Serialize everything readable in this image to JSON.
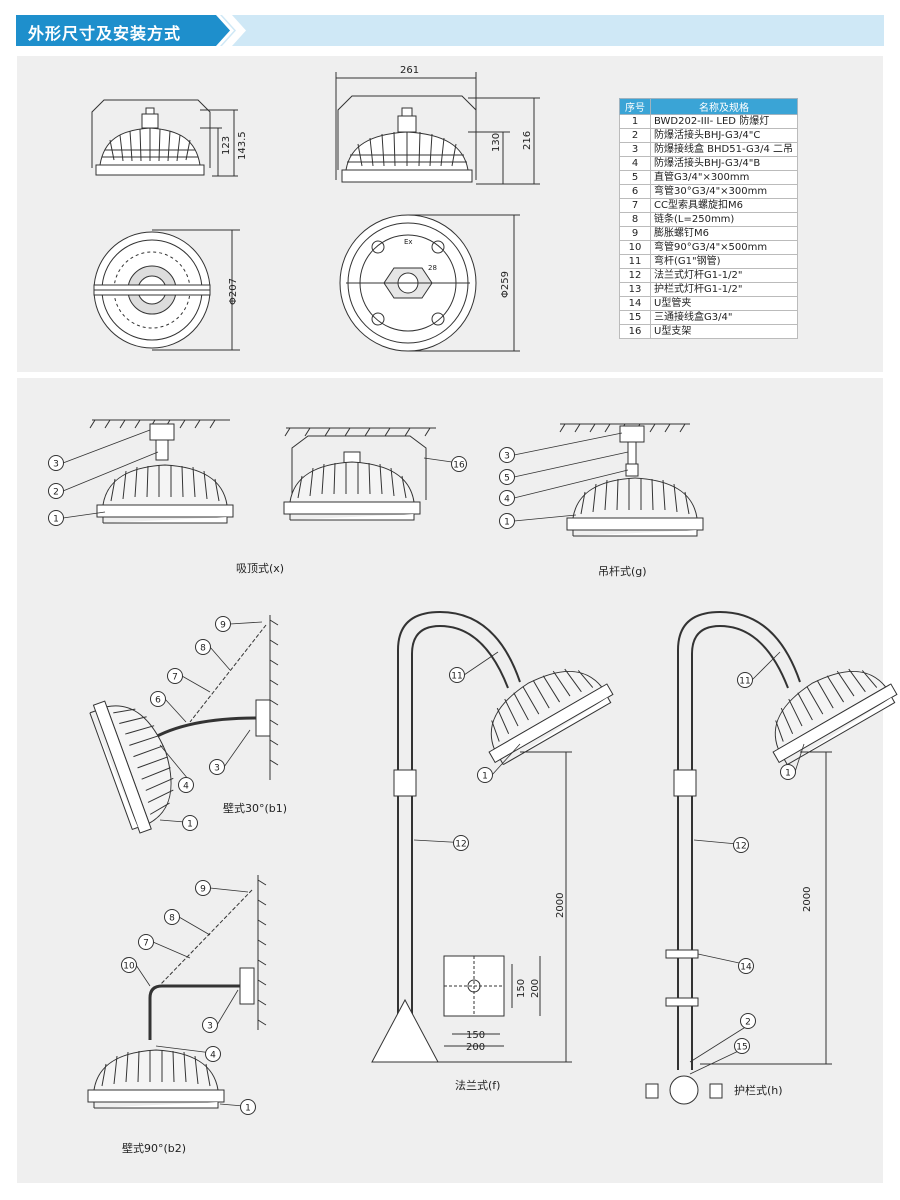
{
  "header": {
    "title": "外形尺寸及安装方式",
    "bar_color": "#1e8fcc"
  },
  "dimensions": {
    "side_left": {
      "h1": "123",
      "h2": "143.5"
    },
    "top_left": {
      "dia": "Φ207"
    },
    "side_right": {
      "width": "261",
      "h1": "130",
      "h2": "216"
    },
    "top_right": {
      "dia": "Φ259",
      "inner": "28"
    }
  },
  "parts_table": {
    "headers": [
      "序号",
      "名称及规格"
    ],
    "rows": [
      {
        "no": "1",
        "spec": "BWD202-III- LED 防爆灯"
      },
      {
        "no": "2",
        "spec": "防爆活接头BHJ-G3/4\"C"
      },
      {
        "no": "3",
        "spec": "防爆接线盒 BHD51-G3/4 二吊"
      },
      {
        "no": "4",
        "spec": "防爆活接头BHJ-G3/4\"B"
      },
      {
        "no": "5",
        "spec": "直管G3/4\"×300mm"
      },
      {
        "no": "6",
        "spec": "弯管30°G3/4\"×300mm"
      },
      {
        "no": "7",
        "spec": "CC型索具螺旋扣M6"
      },
      {
        "no": "8",
        "spec": "链条(L=250mm)"
      },
      {
        "no": "9",
        "spec": "膨胀螺钉M6"
      },
      {
        "no": "10",
        "spec": "弯管90°G3/4\"×500mm"
      },
      {
        "no": "11",
        "spec": "弯杆(G1\"钢管)"
      },
      {
        "no": "12",
        "spec": "法兰式灯杆G1-1/2\""
      },
      {
        "no": "13",
        "spec": "护栏式灯杆G1-1/2\""
      },
      {
        "no": "14",
        "spec": "U型管夹"
      },
      {
        "no": "15",
        "spec": "三通接线盒G3/4\""
      },
      {
        "no": "16",
        "spec": "U型支架"
      }
    ]
  },
  "captions": {
    "ceiling": "吸顶式(x)",
    "pendant": "吊杆式(g)",
    "wall30": "壁式30°(b1)",
    "wall90": "壁式90°(b2)",
    "flange": "法兰式(f)",
    "rail": "护栏式(h)"
  },
  "install_dims": {
    "pole_height_f": "2000",
    "pole_height_h": "2000",
    "flange_w_inner": "150",
    "flange_w_outer": "200",
    "flange_h_inner": "150",
    "flange_h_outer": "200"
  },
  "callouts": {
    "ceiling": [
      "3",
      "2",
      "1"
    ],
    "ubracket": [
      "16"
    ],
    "pendant": [
      "3",
      "5",
      "4",
      "1"
    ],
    "wall30": [
      "9",
      "8",
      "7",
      "6",
      "4",
      "3",
      "1"
    ],
    "wall90": [
      "9",
      "8",
      "7",
      "10",
      "3",
      "4",
      "1"
    ],
    "flange": [
      "11",
      "1",
      "12"
    ],
    "rail": [
      "11",
      "1",
      "12",
      "14",
      "2",
      "15"
    ]
  }
}
